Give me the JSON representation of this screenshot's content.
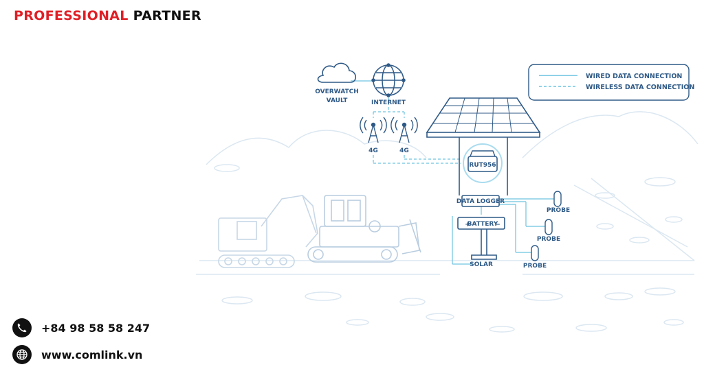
{
  "header": {
    "word1": "PROFESSIONAL",
    "word2": "PARTNER"
  },
  "colors": {
    "accent_red": "#e01f26",
    "diagram_blue": "#2f5a87",
    "connection_cyan": "#6cc3e0",
    "faint_background": "#dbe7f1"
  },
  "legend": {
    "wired": "WIRED DATA CONNECTION",
    "wireless": "WIRELESS DATA CONNECTION"
  },
  "diagram": {
    "cloud_label_1": "OVERWATCH",
    "cloud_label_2": "VAULT",
    "internet": "INTERNET",
    "tower_1": "4G",
    "tower_2": "4G",
    "router": "RUT956",
    "data_logger": "DATA LOGGER",
    "battery": "BATTERY",
    "battery_plus": "+",
    "battery_minus": "−",
    "solar": "SOLAR",
    "probe_1": "PROBE",
    "probe_2": "PROBE",
    "probe_3": "PROBE"
  },
  "contact": {
    "phone": "+84 98 58 58 247",
    "website": "www.comlink.vn"
  },
  "icons": {
    "phone": "phone-icon",
    "web": "globe-icon"
  }
}
